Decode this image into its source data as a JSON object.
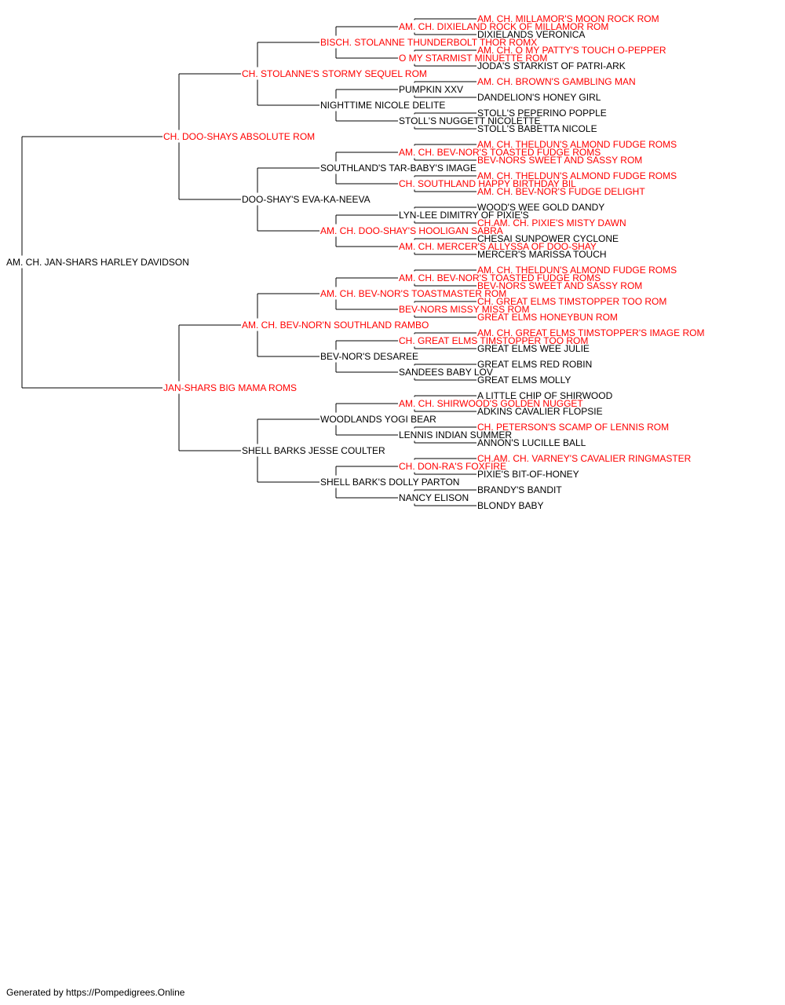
{
  "colors": {
    "champion": "#ff0000",
    "normal": "#000000",
    "line": "#000000"
  },
  "pedigree": {
    "name": "AM. CH. JAN-SHARS HARLEY DAVIDSON",
    "red": false,
    "sire": {
      "name": "CH. DOO-SHAYS ABSOLUTE ROM",
      "red": true,
      "sire": {
        "name": "CH. STOLANNE'S STORMY SEQUEL ROM",
        "red": true,
        "sire": {
          "name": "BISCH. STOLANNE THUNDERBOLT THOR ROMX",
          "red": true,
          "sire": {
            "name": "AM. CH. DIXIELAND ROCK OF MILLAMOR ROM",
            "red": true,
            "sire": {
              "name": "AM. CH. MILLAMOR'S MOON ROCK ROM",
              "red": true
            },
            "dam": {
              "name": "DIXIELANDS VERONICA",
              "red": false
            }
          },
          "dam": {
            "name": "O MY STARMIST MINUETTE ROM",
            "red": true,
            "sire": {
              "name": "AM. CH. O MY PATTY'S TOUCH O-PEPPER",
              "red": true
            },
            "dam": {
              "name": "JODA'S STARKIST OF PATRI-ARK",
              "red": false
            }
          }
        },
        "dam": {
          "name": "NIGHTTIME NICOLE DELITE",
          "red": false,
          "sire": {
            "name": "PUMPKIN XXV",
            "red": false,
            "sire": {
              "name": "AM. CH. BROWN'S GAMBLING MAN",
              "red": true
            },
            "dam": {
              "name": "DANDELION'S HONEY GIRL",
              "red": false
            }
          },
          "dam": {
            "name": "STOLL'S NUGGETT NICOLETTE",
            "red": false,
            "sire": {
              "name": "STOLL'S PEPERINO POPPLE",
              "red": false
            },
            "dam": {
              "name": "STOLL'S BABETTA NICOLE",
              "red": false
            }
          }
        }
      },
      "dam": {
        "name": "DOO-SHAY'S EVA-KA-NEEVA",
        "red": false,
        "sire": {
          "name": "SOUTHLAND'S TAR-BABY'S IMAGE",
          "red": false,
          "sire": {
            "name": "AM. CH. BEV-NOR'S TOASTED FUDGE ROMS",
            "red": true,
            "sire": {
              "name": "AM. CH. THELDUN'S ALMOND FUDGE ROMS",
              "red": true
            },
            "dam": {
              "name": "BEV-NORS SWEET AND SASSY ROM",
              "red": true
            }
          },
          "dam": {
            "name": "CH. SOUTHLAND HAPPY BIRTHDAY BIL",
            "red": true,
            "sire": {
              "name": "AM. CH. THELDUN'S ALMOND FUDGE ROMS",
              "red": true
            },
            "dam": {
              "name": "AM. CH. BEV-NOR'S FUDGE DELIGHT",
              "red": true
            }
          }
        },
        "dam": {
          "name": "AM. CH. DOO-SHAY'S HOOLIGAN SABRA",
          "red": true,
          "sire": {
            "name": "LYN-LEE DIMITRY OF PIXIE'S",
            "red": false,
            "sire": {
              "name": "WOOD'S WEE GOLD DANDY",
              "red": false
            },
            "dam": {
              "name": "CH.AM. CH. PIXIE'S MISTY DAWN",
              "red": true
            }
          },
          "dam": {
            "name": "AM. CH. MERCER'S ALLYSSA OF DOO-SHAY",
            "red": true,
            "sire": {
              "name": "CHESAI SUNPOWER CYCLONE",
              "red": false
            },
            "dam": {
              "name": "MERCER'S MARISSA TOUCH",
              "red": false
            }
          }
        }
      }
    },
    "dam": {
      "name": "JAN-SHARS BIG MAMA ROMS",
      "red": true,
      "sire": {
        "name": "AM. CH. BEV-NOR'N SOUTHLAND RAMBO",
        "red": true,
        "sire": {
          "name": "AM. CH. BEV-NOR'S TOASTMASTER ROM",
          "red": true,
          "sire": {
            "name": "AM. CH. BEV-NOR'S TOASTED FUDGE ROMS",
            "red": true,
            "sire": {
              "name": "AM. CH. THELDUN'S ALMOND FUDGE ROMS",
              "red": true
            },
            "dam": {
              "name": "BEV-NORS SWEET AND SASSY ROM",
              "red": true
            }
          },
          "dam": {
            "name": "BEV-NORS MISSY MISS ROM",
            "red": true,
            "sire": {
              "name": "CH. GREAT ELMS TIMSTOPPER TOO ROM",
              "red": true
            },
            "dam": {
              "name": "GREAT ELMS HONEYBUN ROM",
              "red": true
            }
          }
        },
        "dam": {
          "name": "BEV-NOR'S DESAREE",
          "red": false,
          "sire": {
            "name": "CH. GREAT ELMS TIMSTOPPER TOO ROM",
            "red": true,
            "sire": {
              "name": "AM. CH. GREAT ELMS TIMSTOPPER'S IMAGE ROM",
              "red": true
            },
            "dam": {
              "name": "GREAT ELMS WEE JULIE",
              "red": false
            }
          },
          "dam": {
            "name": "SANDEES BABY LOV",
            "red": false,
            "sire": {
              "name": "GREAT ELMS RED ROBIN",
              "red": false
            },
            "dam": {
              "name": "GREAT ELMS MOLLY",
              "red": false
            }
          }
        }
      },
      "dam": {
        "name": "SHELL BARKS JESSE COULTER",
        "red": false,
        "sire": {
          "name": "WOODLANDS YOGI BEAR",
          "red": false,
          "sire": {
            "name": "AM. CH. SHIRWOOD'S GOLDEN NUGGET",
            "red": true,
            "sire": {
              "name": "A LITTLE CHIP OF SHIRWOOD",
              "red": false
            },
            "dam": {
              "name": "ADKINS CAVALIER FLOPSIE",
              "red": false
            }
          },
          "dam": {
            "name": "LENNIS INDIAN SUMMER",
            "red": false,
            "sire": {
              "name": "CH. PETERSON'S SCAMP OF LENNIS ROM",
              "red": true
            },
            "dam": {
              "name": "ANNON'S LUCILLE BALL",
              "red": false
            }
          }
        },
        "dam": {
          "name": "SHELL BARK'S DOLLY PARTON",
          "red": false,
          "sire": {
            "name": "CH. DON-RA'S FOXFIRE",
            "red": true,
            "sire": {
              "name": "CH.AM. CH. VARNEY'S CAVALIER RINGMASTER",
              "red": true
            },
            "dam": {
              "name": "PIXIE'S BIT-OF-HONEY",
              "red": false
            }
          },
          "dam": {
            "name": "NANCY ELISON",
            "red": false,
            "sire": {
              "name": "BRANDY'S BANDIT",
              "red": false
            },
            "dam": {
              "name": "BLONDY BABY",
              "red": false
            }
          }
        }
      }
    }
  },
  "footer": "Generated by https://Pompedigrees.Online"
}
